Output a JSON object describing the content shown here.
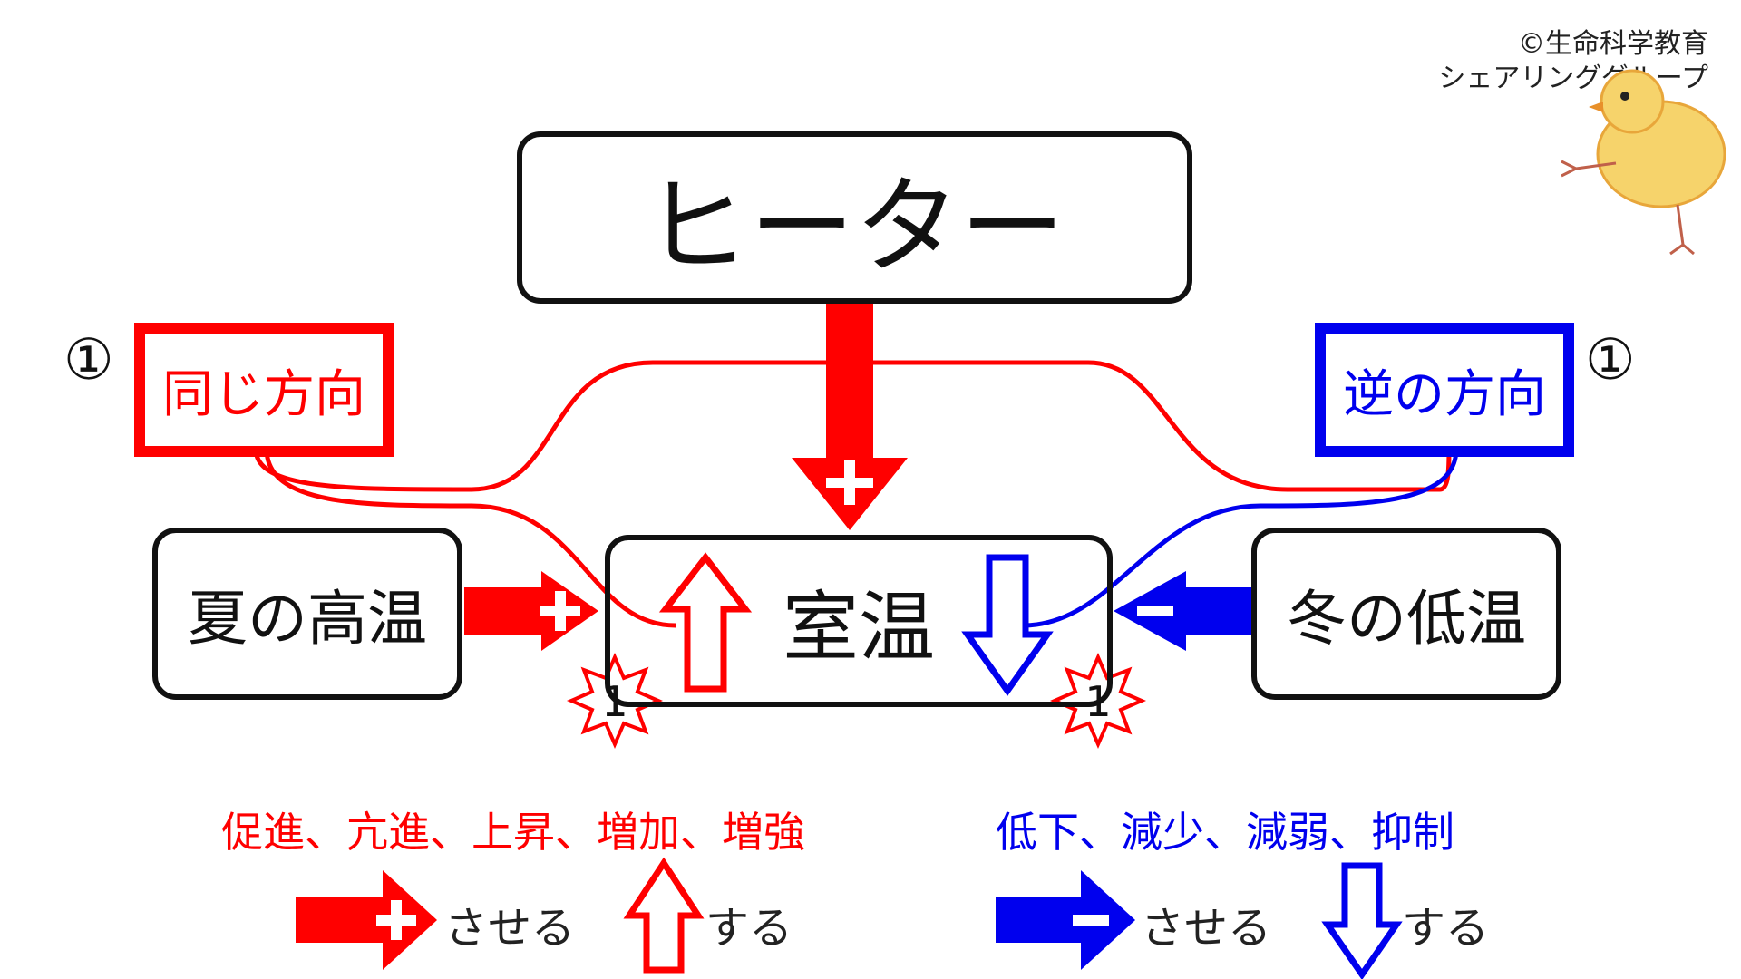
{
  "credit": {
    "line1": "©生命科学教育",
    "line2": "シェアリンググループ"
  },
  "nodes": {
    "heater": "ヒーター",
    "room_temp": "室温",
    "summer": "夏の高温",
    "winter": "冬の低温"
  },
  "tags": {
    "same": {
      "label": "同じ方向",
      "number": "①"
    },
    "opposite": {
      "label": "逆の方向",
      "number": "①"
    }
  },
  "star_label": "1",
  "legend": {
    "positive_terms": "促進、亢進、上昇、増加、増強",
    "negative_terms": "低下、減少、減弱、抑制",
    "make": "させる",
    "do": "する"
  },
  "colors": {
    "positive": "#ff0000",
    "negative": "#0000ee",
    "box_border": "#111111"
  }
}
